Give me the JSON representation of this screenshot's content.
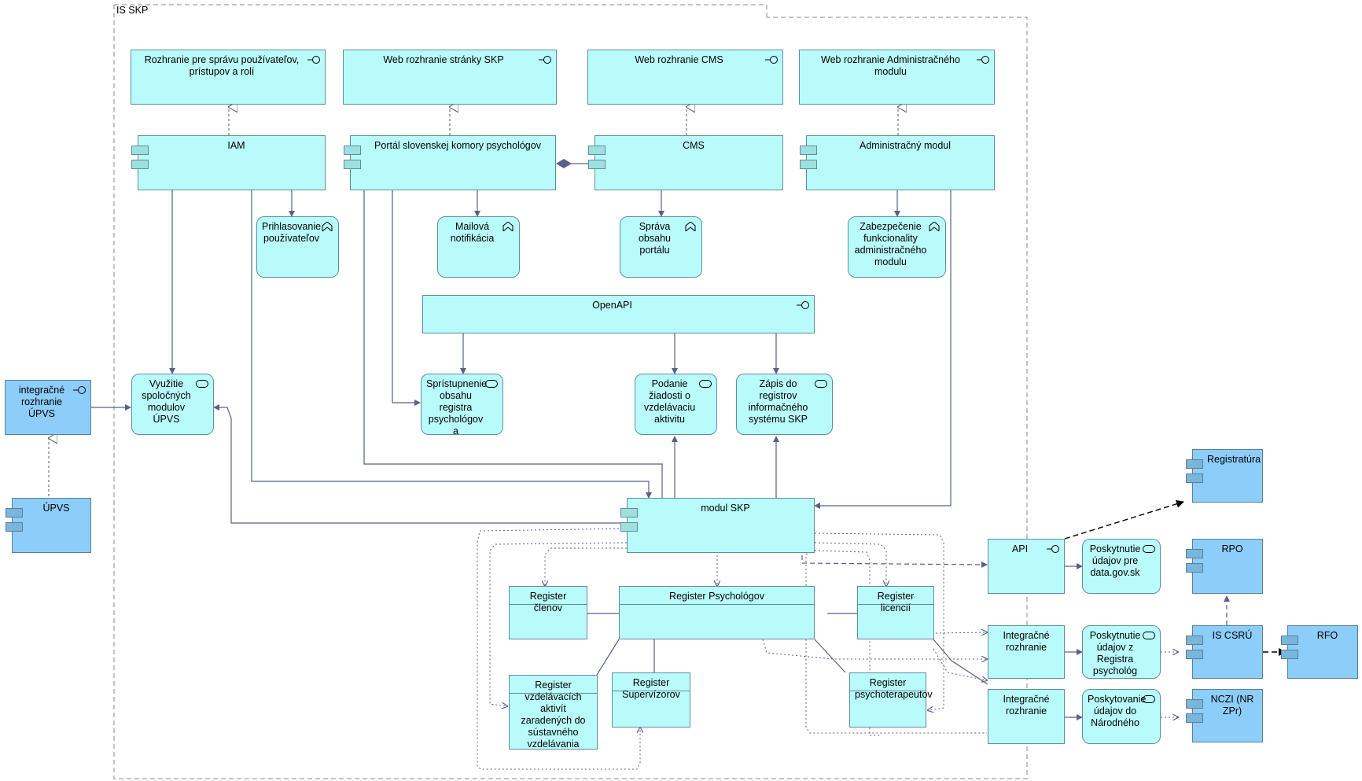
{
  "group": {
    "title": "IS SKP"
  },
  "interfaces": {
    "users_roles": "Rozhranie pre správu používateľov, prístupov a rolí",
    "web_skp": "Web rozhranie stránky SKP",
    "web_cms": "Web rozhranie CMS",
    "web_admin": "Web rozhranie Administračného modulu",
    "openapi": "OpenAPI",
    "upvs_integration": "integračné rozhranie ÚPVS",
    "api": "API",
    "integration_1": "Integračné rozhranie",
    "integration_2": "Integračné rozhranie"
  },
  "components": {
    "iam": "IAM",
    "portal": "Portál slovenskej komory psychológov",
    "cms": "CMS",
    "admin_module": "Administračný modul",
    "modul_skp": "modul SKP",
    "upvs": "ÚPVS",
    "registratura": "Registratúra",
    "rpo": "RPO",
    "is_csru": "IS CSRÚ",
    "rfo": "RFO",
    "nczi": "NCZI (NR ZPr)"
  },
  "functions": {
    "login": "Prihlasovanie používateľov",
    "mail": "Mailová notifikácia",
    "cms_manage": "Správa obsahu portálu",
    "admin_func": "Zabezpečenie funkcionality administračného modulu"
  },
  "services": {
    "upvs_modules": "Využitie spoločných modulov ÚPVS",
    "registry_access": "Sprístupnenie obsahu registra psychológov a",
    "training_request": "Podanie žiadosti o vzdelávaciu aktivitu",
    "registry_write": "Zápis do registrov informačného systému SKP",
    "data_gov": "Poskytnutie údajov pre data.gov.sk",
    "registry_data": "Poskytnutie údajov z Registra psychológ",
    "national_data": "Poskytovanie údajov do Národného"
  },
  "data_objects": {
    "members": "Register členov",
    "psychologists": "Register Psychológov",
    "licenses": "Register licencií",
    "training": "Register vzdelávacích aktivít zaradených do sústavného vzdelávania",
    "supervisors": "Register Supervízorov",
    "psychotherapists": "Register psychoterapeutov"
  },
  "colors": {
    "internal_fill": "#b9fbfb",
    "external_fill": "#8ccdfa",
    "line": "#5a5f8a"
  },
  "icon_names": [
    "interface-icon",
    "component-icon",
    "function-icon",
    "service-icon"
  ]
}
